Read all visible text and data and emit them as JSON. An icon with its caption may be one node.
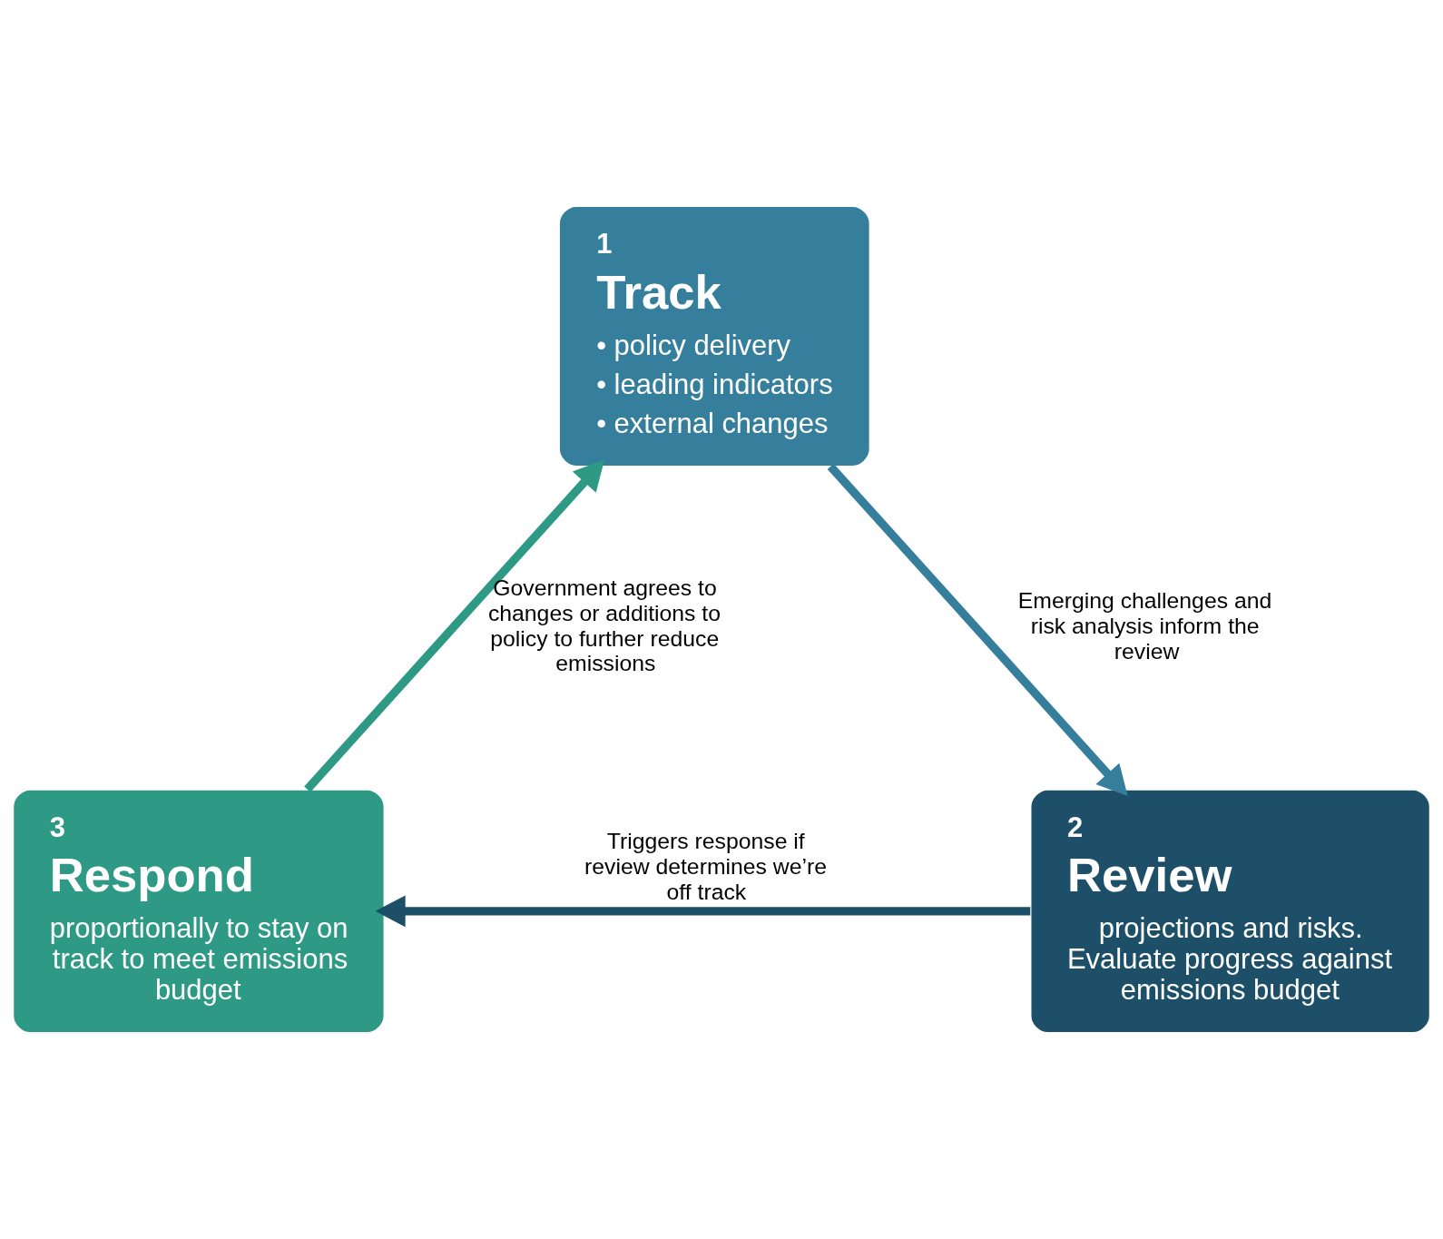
{
  "diagram": {
    "nodes": [
      {
        "text": [
          "1",
          "Track",
          "• policy delivery",
          "• leading indicators",
          "• external changes"
        ]
      },
      {
        "text": [
          "3",
          "Respond",
          "proportionally to stay on track to meet emissions budget"
        ]
      },
      {
        "text": [
          "2",
          "Review",
          "projections and risks. Evaluate progress against emissions budget"
        ]
      }
    ],
    "edges": [
      {
        "from": 0,
        "to": 2,
        "arrow": "to",
        "label": "Emerging challenges and risk analysis inform the review",
        "color": "#357f9c"
      },
      {
        "from": 2,
        "to": 1,
        "arrow": "to",
        "label": "Triggers response if review determines we’re off track",
        "color": "#1d5068"
      },
      {
        "from": 1,
        "to": 0,
        "arrow": "to",
        "label": "Government agrees to changes or additions to policy to further reduce emissions",
        "color": "#2e9a85"
      }
    ]
  }
}
